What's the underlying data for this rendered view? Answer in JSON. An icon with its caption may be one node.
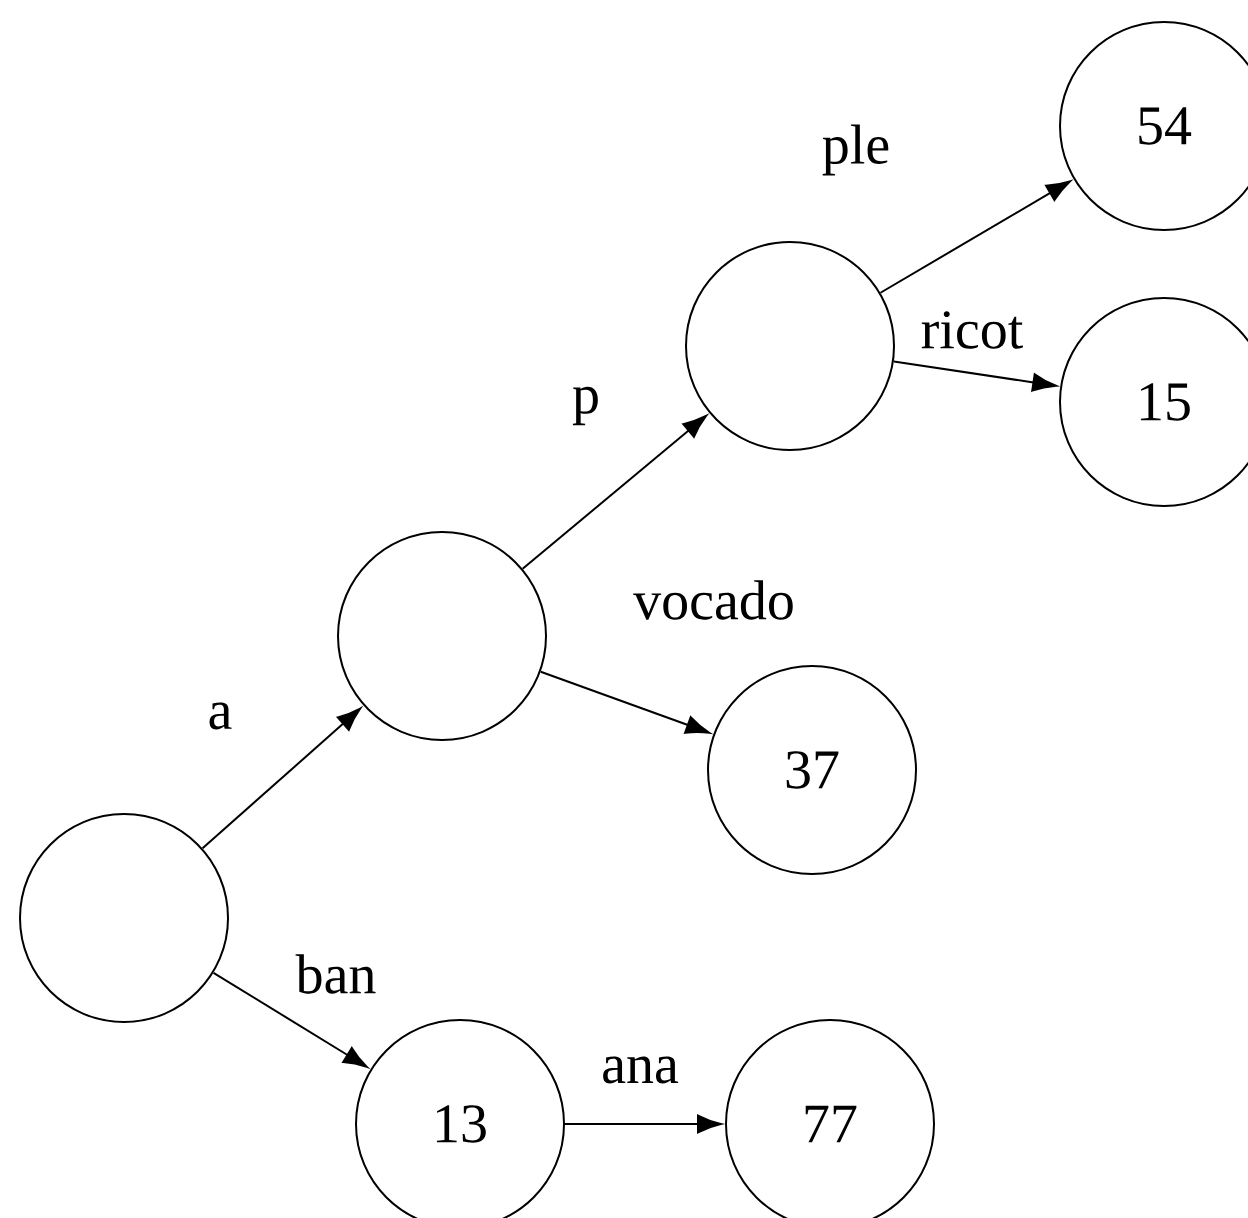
{
  "diagram": {
    "nodes": [
      {
        "text": [],
        "shape": "circle"
      },
      {
        "text": [],
        "shape": "circle"
      },
      {
        "text": [],
        "shape": "circle"
      },
      {
        "text": [
          "54"
        ]
      },
      {
        "text": [
          "15"
        ]
      },
      {
        "text": [
          "37"
        ]
      },
      {
        "text": [
          "13"
        ]
      },
      {
        "text": [
          "77"
        ]
      }
    ],
    "edges": [
      {
        "from": 0,
        "to": 1,
        "arrow": "to",
        "label": "a"
      },
      {
        "from": 1,
        "to": 2,
        "arrow": "to",
        "label": "p"
      },
      {
        "from": 2,
        "to": 3,
        "arrow": "to",
        "label": "ple"
      },
      {
        "from": 2,
        "to": 4,
        "arrow": "to",
        "label": "ricot"
      },
      {
        "from": 1,
        "to": 5,
        "arrow": "to",
        "label": "vocado"
      },
      {
        "from": 0,
        "to": 6,
        "arrow": "to",
        "label": "ban"
      },
      {
        "from": 6,
        "to": 7,
        "arrow": "to",
        "label": "ana"
      }
    ]
  }
}
